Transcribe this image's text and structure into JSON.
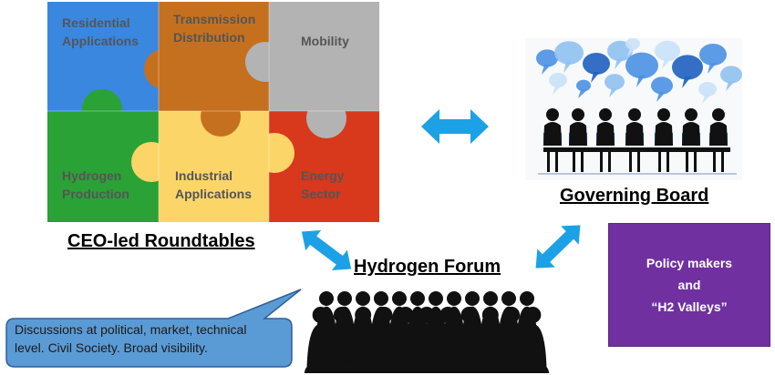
{
  "puzzle": {
    "pieces": [
      {
        "lines": [
          "Residential",
          "Applications"
        ],
        "color": "#3a87e0"
      },
      {
        "lines": [
          "Transmission",
          "Distribution"
        ],
        "color": "#c5701f"
      },
      {
        "lines": [
          "Mobility"
        ],
        "color": "#b3b3b3"
      },
      {
        "lines": [
          "Hydrogen",
          "Production"
        ],
        "color": "#2aa236"
      },
      {
        "lines": [
          "Industrial",
          "Applications"
        ],
        "color": "#fbd568"
      },
      {
        "lines": [
          "Energy",
          "Sector"
        ],
        "color": "#d8381c"
      }
    ]
  },
  "headings": {
    "roundtables": "CEO-led Roundtables",
    "governing_board": "Governing Board",
    "forum": "Hydrogen Forum"
  },
  "policy": {
    "line1": "Policy makers",
    "line2": "and",
    "line3": "“H2 Valleys”"
  },
  "callout": {
    "line1": "Discussions at political, market, technical",
    "line2": "level. Civil Society. Broad visibility."
  },
  "colors": {
    "arrow": "#1da1e6",
    "bubbles": [
      "#1f5fbf",
      "#4a90e2",
      "#8fc1ef",
      "#c9e2f8"
    ],
    "silhouette": "#111111",
    "chairs": "#2f6fd1",
    "callout_fill": "#5b9bd5"
  }
}
